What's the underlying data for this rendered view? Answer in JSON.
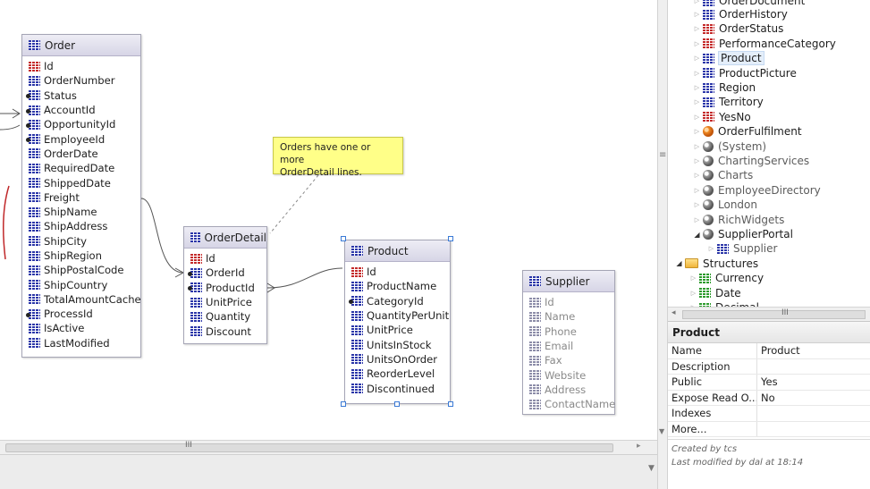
{
  "diagram": {
    "note": {
      "line1": "Orders have one or more",
      "line2": "OrderDetail lines."
    },
    "entities": {
      "order": {
        "title": "Order",
        "fields": [
          "Id",
          "OrderNumber",
          "Status",
          "AccountId",
          "OpportunityId",
          "EmployeeId",
          "OrderDate",
          "RequiredDate",
          "ShippedDate",
          "Freight",
          "ShipName",
          "ShipAddress",
          "ShipCity",
          "ShipRegion",
          "ShipPostalCode",
          "ShipCountry",
          "TotalAmountCache",
          "ProcessId",
          "IsActive",
          "LastModified"
        ]
      },
      "order_detail": {
        "title": "OrderDetail",
        "fields": [
          "Id",
          "OrderId",
          "ProductId",
          "UnitPrice",
          "Quantity",
          "Discount"
        ]
      },
      "product": {
        "title": "Product",
        "fields": [
          "Id",
          "ProductName",
          "CategoryId",
          "QuantityPerUnit",
          "UnitPrice",
          "UnitsInStock",
          "UnitsOnOrder",
          "ReorderLevel",
          "Discontinued"
        ]
      },
      "supplier": {
        "title": "Supplier",
        "fields": [
          "Id",
          "Name",
          "Phone",
          "Email",
          "Fax",
          "Website",
          "Address",
          "ContactName"
        ]
      }
    },
    "hscroll_grip": "III"
  },
  "tree": {
    "top_partial": "OrderDocument",
    "items": [
      "OrderHistory",
      "OrderStatus",
      "PerformanceCategory",
      "Product",
      "ProductPicture",
      "Region",
      "Territory",
      "YesNo",
      "OrderFulfilment",
      "(System)",
      "ChartingServices",
      "Charts",
      "EmployeeDirectory",
      "London",
      "RichWidgets",
      "SupplierPortal",
      "Supplier",
      "Structures",
      "Currency",
      "Date",
      "Decimal"
    ],
    "scroll_grip": "III"
  },
  "properties": {
    "title": "Product",
    "rows": [
      {
        "key": "Name",
        "value": "Product"
      },
      {
        "key": "Description",
        "value": ""
      },
      {
        "key": "Public",
        "value": "Yes"
      },
      {
        "key": "Expose Read O...",
        "value": "No"
      },
      {
        "key": "Indexes",
        "value": ""
      },
      {
        "key": "More...",
        "value": ""
      }
    ],
    "created_by": "Created by tcs",
    "last_modified": "Last modified by dal at 18:14"
  }
}
